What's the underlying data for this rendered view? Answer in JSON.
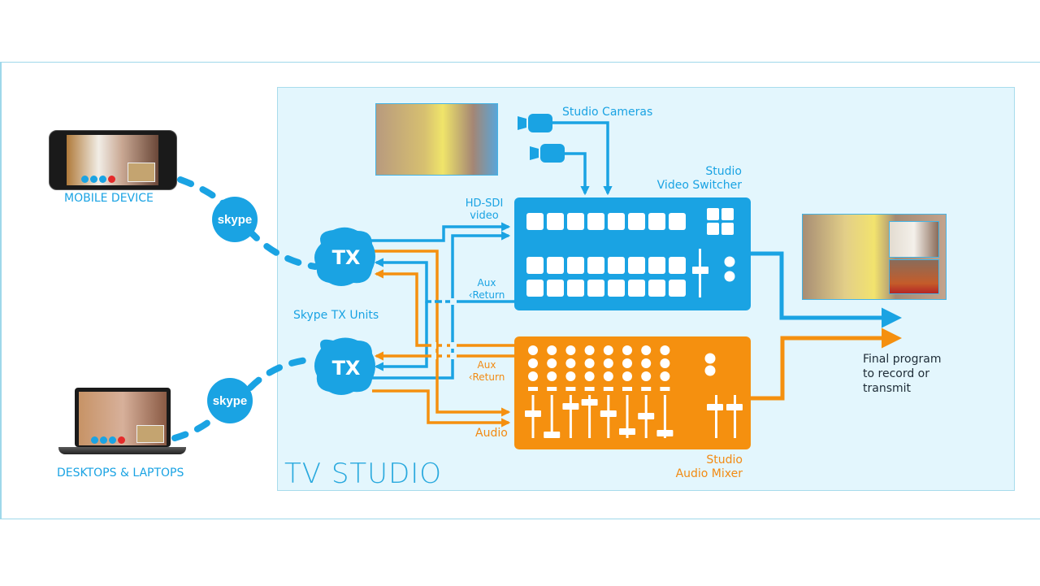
{
  "diagram": {
    "title": "TV STUDIO",
    "colors": {
      "video_blue": "#1aa3e3",
      "audio_orange": "#f5900f",
      "studio_bg": "#e3f6fd",
      "text_dark": "#1d2b36"
    },
    "sources": [
      {
        "id": "mobile",
        "label": "MOBILE DEVICE",
        "icon": "smartphone-icon"
      },
      {
        "id": "laptop",
        "label": "DESKTOPS & LAPTOPS",
        "icon": "laptop-icon"
      }
    ],
    "skype_badge": "skype",
    "tx_unit_label": "TX",
    "tx_units_caption": "Skype TX Units",
    "hd_sdi_label": [
      "HD-SDI",
      "video"
    ],
    "video_aux_return": [
      "Aux",
      "‹Return"
    ],
    "audio_aux_return": [
      "Aux",
      "‹Return"
    ],
    "audio_label": "Audio",
    "studio_cameras_label": "Studio Cameras",
    "video_switcher_label": [
      "Studio",
      "Video Switcher"
    ],
    "audio_mixer_label": [
      "Studio",
      "Audio Mixer"
    ],
    "final_output_label": [
      "Final program",
      "to record or",
      "transmit"
    ]
  }
}
